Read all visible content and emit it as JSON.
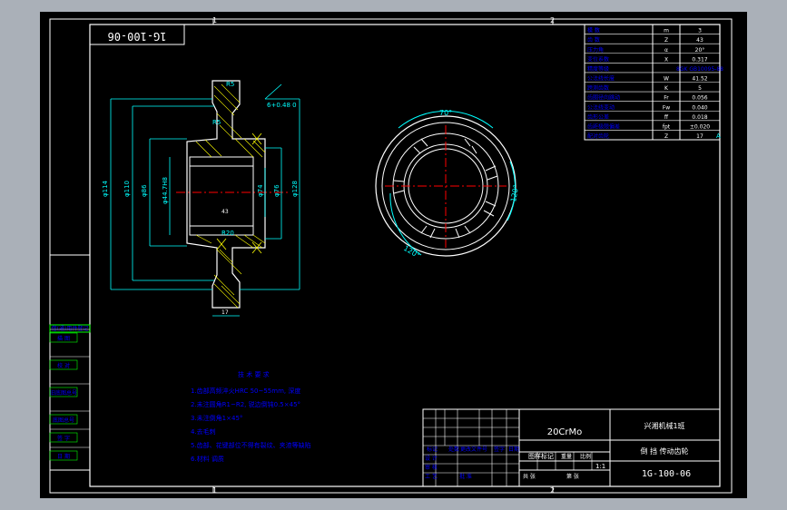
{
  "drawing": {
    "rotated_code": "1G-100-06",
    "zone_top_1": "1",
    "zone_top_2": "2",
    "zone_bottom_1": "1",
    "zone_bottom_2": "2"
  },
  "section_view": {
    "dims": {
      "d114": "φ114",
      "d110": "φ110",
      "d86": "φ86",
      "d44": "φ44.7H8",
      "d74": "φ74",
      "d76": "φ76",
      "d128": "φ128",
      "tol": "6+0.48\n  0",
      "w43": "43",
      "w17": "17",
      "r": "R5",
      "r2": "R20"
    }
  },
  "end_view": {
    "angle_top": "70°",
    "angle_right": "120°",
    "angle_bottom": "120°"
  },
  "param_table": {
    "rows": [
      {
        "name": "模 数",
        "sym": "m",
        "val": "3"
      },
      {
        "name": "齿 数",
        "sym": "Z",
        "val": "43"
      },
      {
        "name": "压力角",
        "sym": "α",
        "val": "20°"
      },
      {
        "name": "变位系数",
        "sym": "X",
        "val": "0.317"
      },
      {
        "name": "精度等级",
        "sym": "",
        "val": "8GK GB10095-88"
      },
      {
        "name": "公法线长度",
        "sym": "W",
        "val": "41.52"
      },
      {
        "name": "跨测齿数",
        "sym": "K",
        "val": "5"
      },
      {
        "name": "齿圈径向跳动",
        "sym": "Fr",
        "val": "0.056"
      },
      {
        "name": "公法线变动",
        "sym": "Fw",
        "val": "0.040"
      },
      {
        "name": "齿形公差",
        "sym": "ff",
        "val": "0.018"
      },
      {
        "name": "齿距极限偏差",
        "sym": "fpt",
        "val": "±0.020"
      },
      {
        "name": "配对齿轮",
        "sym": "Z",
        "val": "17"
      }
    ],
    "ref_mark": "A"
  },
  "left_stamp": {
    "header": "借(通)用件登记",
    "rows": [
      "描 图",
      "校 对",
      "旧底图总号",
      "底图总号",
      "签 字",
      "日 期"
    ]
  },
  "notes": {
    "title": "技 术 要 求",
    "lines": [
      "1.齿部高频淬火HRC 50~55mm, 深度",
      "2.未注圆角R1~R2, 锐边倒钝0.5×45°",
      "3.未注倒角1×45°",
      "4.去毛刺",
      "5.齿部、花键部位不得有裂纹、夹渣等缺陷",
      "6.材料    调质"
    ]
  },
  "title_block": {
    "material": "20CrMo",
    "school": "兴湘机械1班",
    "part_name": "倒 挡 传动齿轮",
    "code": "1G-100-06",
    "scale": "1:1",
    "scale_label": "图样标记",
    "design": "设 计",
    "check": "审 核",
    "process": "工 艺",
    "approve": "批 准",
    "mark": "标记",
    "count": "处数",
    "doc_no": "更改文件号",
    "sign": "签字",
    "date": "日期",
    "weight": "重量",
    "ratio": "比例",
    "sheet": "共 张",
    "sheet2": "第 张"
  },
  "colors": {
    "frame": "#ffffff",
    "geometry": "#ffffff",
    "dimension": "#00ffff",
    "text": "#0000ff",
    "center": "#ff0000",
    "hatch": "#ffff00",
    "cell_green": "#00ff00",
    "cell_magenta": "#ff00ff"
  }
}
